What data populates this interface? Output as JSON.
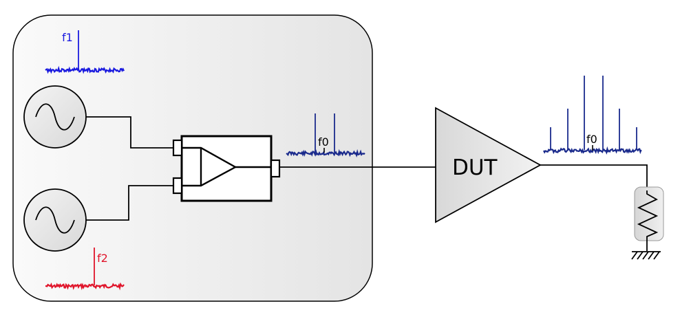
{
  "source": {
    "tone1_label": "f1",
    "tone2_label": "f2",
    "combined_label": "f0"
  },
  "dut": {
    "label": "DUT",
    "output_label": "f0"
  },
  "colors": {
    "tone1": "#1a1adf",
    "tone2": "#e0142a",
    "combined": "#1a2a8c",
    "line": "#000000",
    "box_fill_light": "#f7f7f7",
    "box_fill_dark": "#e6e6e6"
  }
}
